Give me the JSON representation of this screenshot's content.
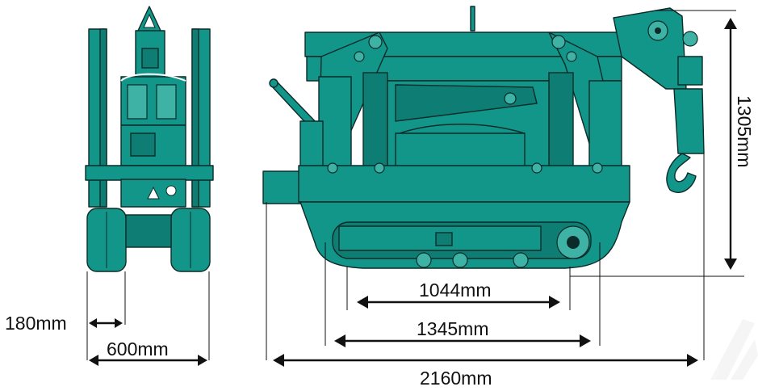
{
  "dimensions": {
    "front_track_width": "180mm",
    "front_overall_width": "600mm",
    "side_roller_span": "1044mm",
    "side_track_length": "1345mm",
    "side_overall_length": "2160mm",
    "side_height": "1305mm"
  },
  "colors": {
    "machine_teal": "#12968a",
    "machine_dark": "#0e7e74",
    "outline": "#0b2b29",
    "dimension_line": "#111111"
  }
}
